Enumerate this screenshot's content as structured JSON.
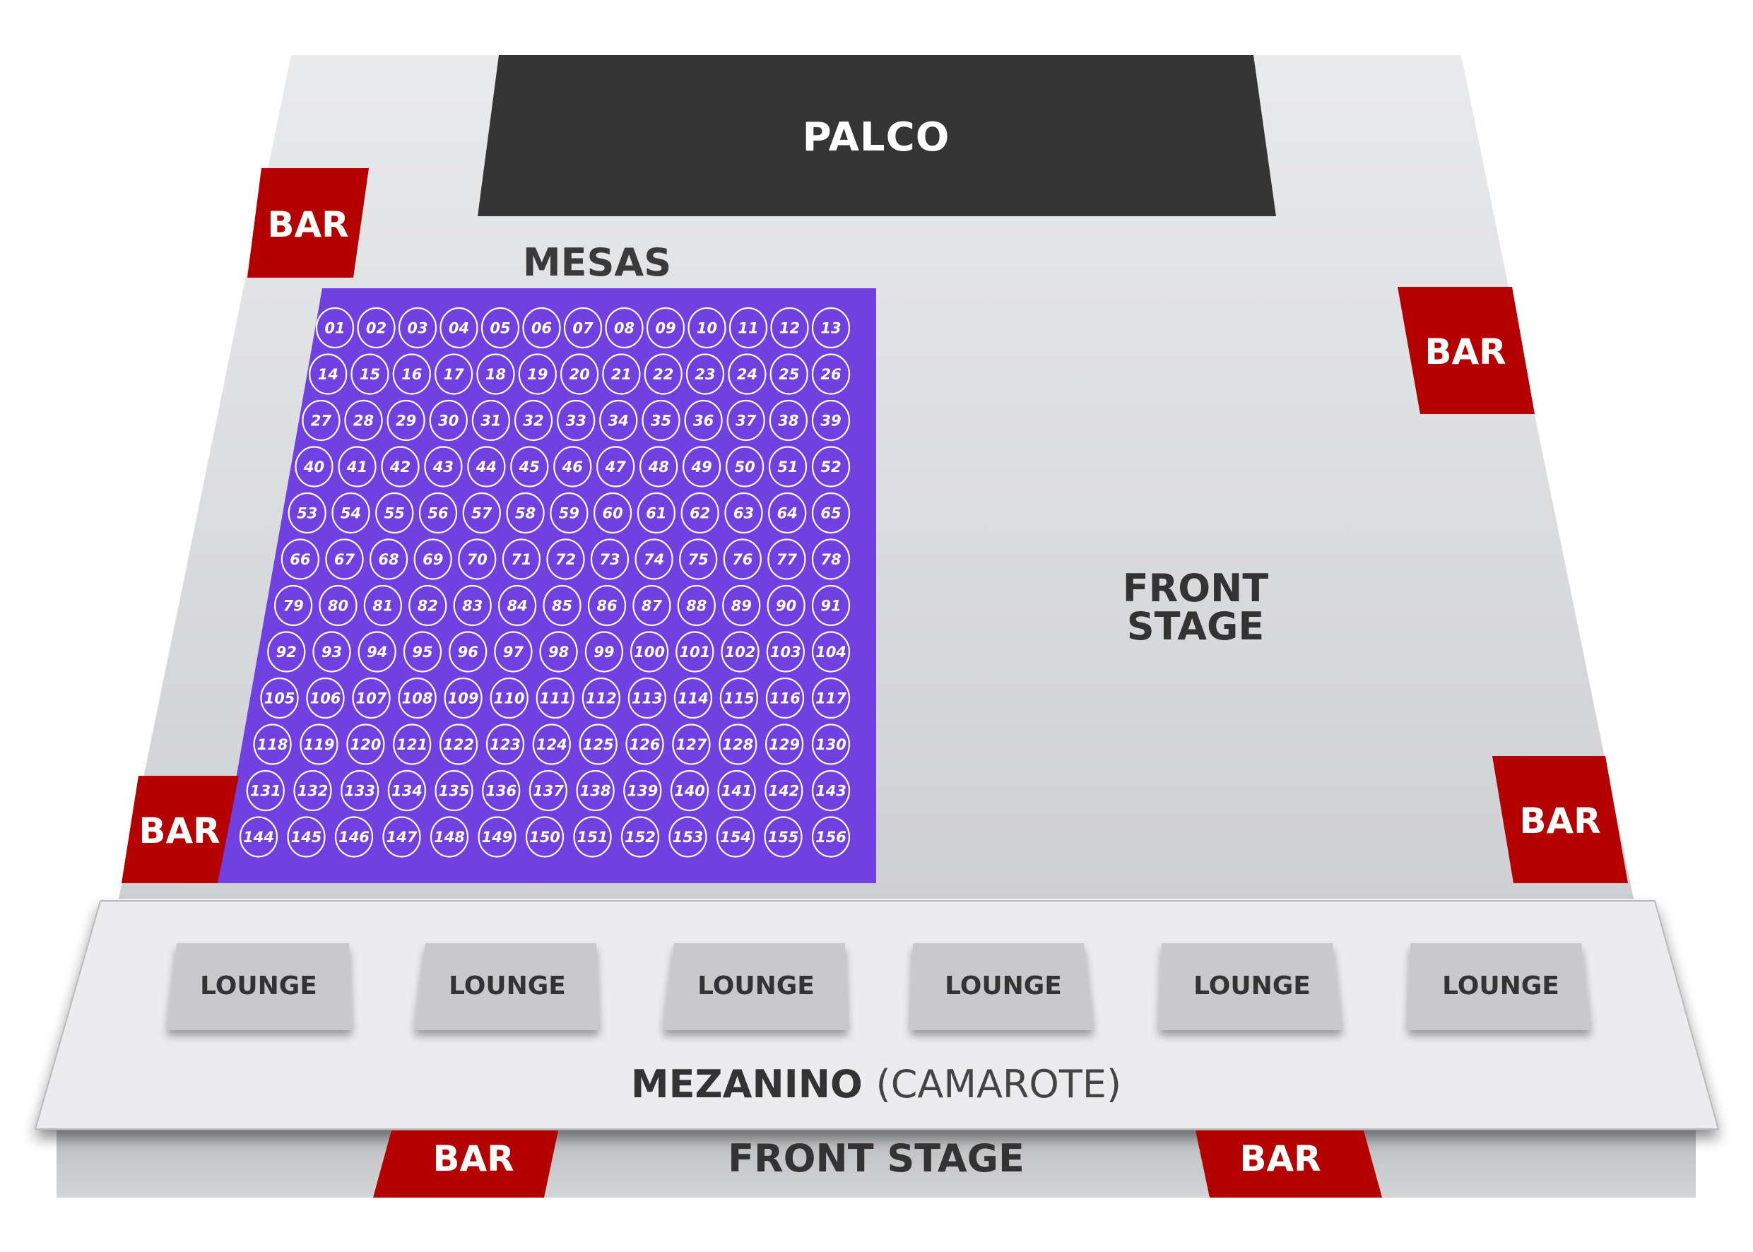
{
  "stage": {
    "label": "PALCO"
  },
  "tables": {
    "title": "MESAS",
    "numbers": [
      "01",
      "02",
      "03",
      "04",
      "05",
      "06",
      "07",
      "08",
      "09",
      "10",
      "11",
      "12",
      "13",
      "14",
      "15",
      "16",
      "17",
      "18",
      "19",
      "20",
      "21",
      "22",
      "23",
      "24",
      "25",
      "26",
      "27",
      "28",
      "29",
      "30",
      "31",
      "32",
      "33",
      "34",
      "35",
      "36",
      "37",
      "38",
      "39",
      "40",
      "41",
      "42",
      "43",
      "44",
      "45",
      "46",
      "47",
      "48",
      "49",
      "50",
      "51",
      "52",
      "53",
      "54",
      "55",
      "56",
      "57",
      "58",
      "59",
      "60",
      "61",
      "62",
      "63",
      "64",
      "65",
      "66",
      "67",
      "68",
      "69",
      "70",
      "71",
      "72",
      "73",
      "74",
      "75",
      "76",
      "77",
      "78",
      "79",
      "80",
      "81",
      "82",
      "83",
      "84",
      "85",
      "86",
      "87",
      "88",
      "89",
      "90",
      "91",
      "92",
      "93",
      "94",
      "95",
      "96",
      "97",
      "98",
      "99",
      "100",
      "101",
      "102",
      "103",
      "104",
      "105",
      "106",
      "107",
      "108",
      "109",
      "110",
      "111",
      "112",
      "113",
      "114",
      "115",
      "116",
      "117",
      "118",
      "119",
      "120",
      "121",
      "122",
      "123",
      "124",
      "125",
      "126",
      "127",
      "128",
      "129",
      "130",
      "131",
      "132",
      "133",
      "134",
      "135",
      "136",
      "137",
      "138",
      "139",
      "140",
      "141",
      "142",
      "143",
      "144",
      "145",
      "146",
      "147",
      "148",
      "149",
      "150",
      "151",
      "152",
      "153",
      "154",
      "155",
      "156"
    ]
  },
  "front_stage": {
    "line1": "FRONT",
    "line2": "STAGE"
  },
  "bars": [
    "BAR",
    "BAR",
    "BAR",
    "BAR",
    "BAR",
    "BAR"
  ],
  "lounges": [
    "LOUNGE",
    "LOUNGE",
    "LOUNGE",
    "LOUNGE",
    "LOUNGE",
    "LOUNGE"
  ],
  "mezanino": {
    "main": "MEZANINO",
    "sub": "(CAMAROTE)"
  },
  "bottom_front_stage": "FRONT STAGE",
  "colors": {
    "floor_light": "#e8e9eb",
    "floor_dark": "#cfd0d2",
    "stage": "#363536",
    "bar": "#b50000",
    "tables_area": "#7040e0",
    "lounge": "#c9c9cb",
    "mezanino": "#ececee",
    "bottom_strip": "#c8c8ca"
  }
}
